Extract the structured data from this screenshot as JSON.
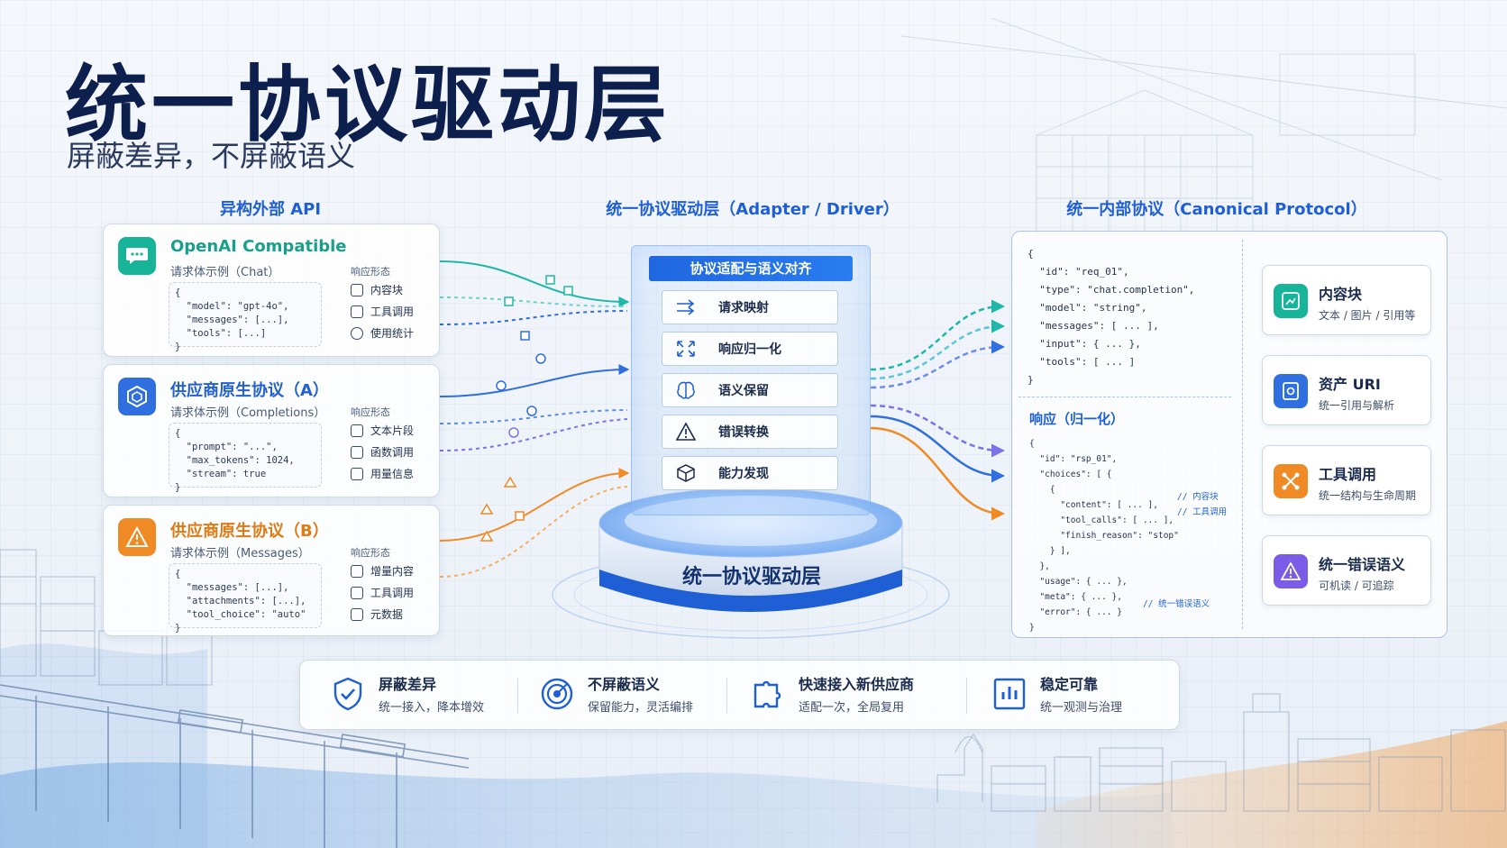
{
  "title": "统一协议驱动层",
  "subtitle": "屏蔽差异，不屏蔽语义",
  "headings": {
    "left": "异构外部 API",
    "center": "统一协议驱动层（Adapter / Driver）",
    "right": "统一内部协议（Canonical Protocol）"
  },
  "sources": [
    {
      "title": "OpenAI Compatible",
      "sub": "请求体示例（Chat）",
      "code": "{\n  \"model\": \"gpt-4o\",\n  \"messages\": [...],\n  \"tools\": [...]\n}",
      "resp_label": "响应形态",
      "resp": [
        "内容块",
        "工具调用",
        "使用统计"
      ],
      "color": "#18b49a",
      "icon": "chat-bubble-icon"
    },
    {
      "title": "供应商原生协议（A）",
      "sub": "请求体示例（Completions）",
      "code": "{\n  \"prompt\": \"...\",\n  \"max_tokens\": 1024,\n  \"stream\": true\n}",
      "resp_label": "响应形态",
      "resp": [
        "文本片段",
        "函数调用",
        "用量信息"
      ],
      "color": "#2f6fe0",
      "icon": "hexagon-icon"
    },
    {
      "title": "供应商原生协议（B）",
      "sub": "请求体示例（Messages）",
      "code": "{\n  \"messages\": [...],\n  \"attachments\": [...],\n  \"tool_choice\": \"auto\"\n}",
      "resp_label": "响应形态",
      "resp": [
        "增量内容",
        "工具调用",
        "元数据"
      ],
      "color": "#f08a24",
      "icon": "warning-triangle-icon"
    }
  ],
  "center": {
    "bar_title": "协议适配与语义对齐",
    "functions": [
      "请求映射",
      "响应归一化",
      "语义保留",
      "错误转换",
      "能力发现"
    ],
    "platform_label": "统一协议驱动层"
  },
  "canonical": {
    "request_json": "{\n  \"id\": \"req_01\",\n  \"type\": \"chat.completion\",\n  \"model\": \"string\",\n  \"messages\": [ ... ],\n  \"input\": { ... },\n  \"tools\": [ ... ]\n}",
    "response_heading": "响应（归一化）",
    "response_json": "{\n  \"id\": \"rsp_01\",\n  \"choices\": [ {\n    {\n      \"content\": [ ... ],\n      \"tool_calls\": [ ... ],\n      \"finish_reason\": \"stop\"\n    } ],\n  },\n  \"usage\": { ... },\n  \"meta\": { ... },\n  \"error\": { ... }\n}",
    "comments": [
      "// 内容块",
      "// 工具调用",
      "// 统一错误语义"
    ],
    "cards": [
      {
        "title": "内容块",
        "sub": "文本 / 图片 / 引用等",
        "color": "#18b49a",
        "icon": "content-block-icon"
      },
      {
        "title": "资产 URI",
        "sub": "统一引用与解析",
        "color": "#2f6fe0",
        "icon": "asset-uri-icon"
      },
      {
        "title": "工具调用",
        "sub": "统一结构与生命周期",
        "color": "#f08a24",
        "icon": "tool-call-icon"
      },
      {
        "title": "统一错误语义",
        "sub": "可机读 / 可追踪",
        "color": "#7b5ce6",
        "icon": "error-warning-icon"
      }
    ]
  },
  "benefits": [
    {
      "title": "屏蔽差异",
      "sub": "统一接入，降本增效",
      "icon": "shield-check-icon"
    },
    {
      "title": "不屏蔽语义",
      "sub": "保留能力，灵活编排",
      "icon": "target-icon"
    },
    {
      "title": "快速接入新供应商",
      "sub": "适配一次，全局复用",
      "icon": "puzzle-icon"
    },
    {
      "title": "稳定可靠",
      "sub": "统一观测与治理",
      "icon": "chart-icon"
    }
  ]
}
